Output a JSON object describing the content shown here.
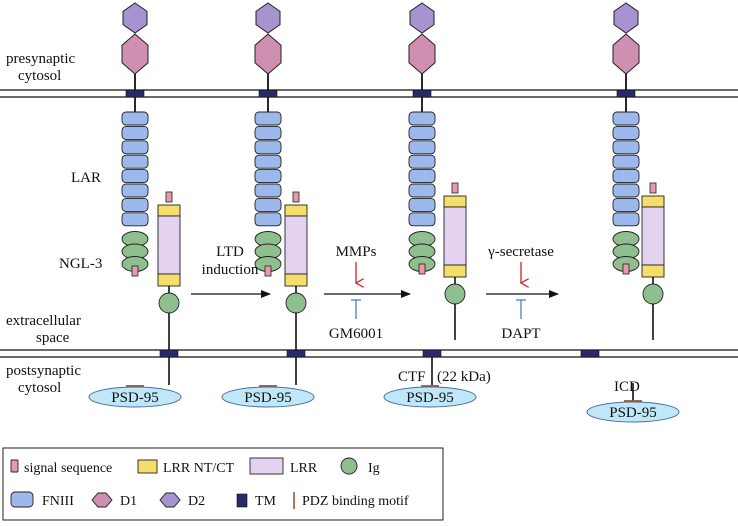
{
  "labels": {
    "presynaptic_line1": "presynaptic",
    "presynaptic_line2": "cytosol",
    "lar": "LAR",
    "ngl3": "NGL-3",
    "extracellular_line1": "extracellular",
    "extracellular_line2": "space",
    "postsynaptic_line1": "postsynaptic",
    "postsynaptic_line2": "cytosol"
  },
  "steps": {
    "ltd_line1": "LTD",
    "ltd_line2": "induction",
    "mmps": "MMPs",
    "gm6001": "GM6001",
    "gamma_secretase": "γ-secretase",
    "dapt": "DAPT"
  },
  "fragments": {
    "ctf": "CTF",
    "ctf_size": "(22 kDa)",
    "icd": "ICD"
  },
  "psd95": {
    "label": "PSD-95"
  },
  "legend": {
    "signal_sequence": "signal sequence",
    "lrr_ntct": "LRR NT/CT",
    "lrr": "LRR",
    "ig": "Ig",
    "fniii": "FNIII",
    "d1": "D1",
    "d2": "D2",
    "tm": "TM",
    "pdz": "PDZ binding motif"
  },
  "colors": {
    "fniii": "#9db8ea",
    "d1": "#cf8fb0",
    "d2": "#a793cf",
    "ig": "#8fbf8f",
    "lrr": "#e3d3f0",
    "lrr_ntct": "#f6de6a",
    "signal": "#e89aaa",
    "tm": "#2a2a66",
    "psd95": "#bfe7f7",
    "inhibitor": "#4a7fc0",
    "protease_arrow": "#d23030",
    "pdz": "#a0522d"
  }
}
